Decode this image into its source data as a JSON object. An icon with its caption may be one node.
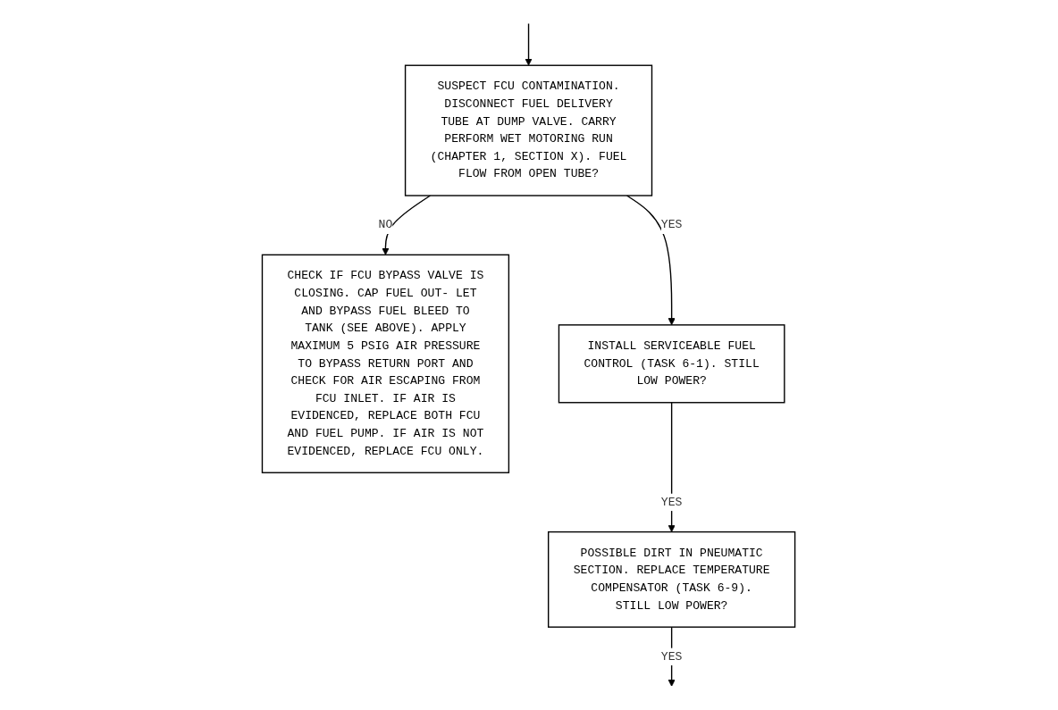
{
  "diagram": {
    "nodes": [
      {
        "text": [
          "SUSPECT FCU CONTAMINATION. DISCONNECT FUEL DELIVERY TUBE AT DUMP VALVE. CARRY PERFORM WET MOTORING RUN (CHAPTER 1, SECTION X). FUEL FLOW FROM OPEN TUBE?"
        ]
      },
      {
        "text": [
          "CHECK IF FCU BYPASS VALVE IS CLOSING. CAP FUEL OUT- LET AND BYPASS FUEL BLEED TO TANK (SEE ABOVE). APPLY MAXIMUM 5 PSIG AIR PRESSURE TO BYPASS RETURN PORT AND CHECK FOR AIR ESCAPING FROM FCU INLET. IF AIR IS EVIDENCED, REPLACE BOTH FCU AND FUEL PUMP. IF AIR IS NOT EVIDENCED, REPLACE FCU ONLY."
        ]
      },
      {
        "text": [
          "INSTALL SERVICEABLE FUEL CONTROL (TASK 6-1). STILL LOW POWER?"
        ]
      },
      {
        "text": [
          "POSSIBLE DIRT IN PNEUMATIC SECTION. REPLACE TEMPERATURE COMPENSATOR (TASK 6-9). STILL LOW POWER?"
        ]
      }
    ],
    "edges": [
      {
        "from": null,
        "to": 0,
        "arrow": "to"
      },
      {
        "from": 0,
        "to": 1,
        "arrow": "to",
        "label": "NO"
      },
      {
        "from": 0,
        "to": 2,
        "arrow": "to",
        "label": "YES"
      },
      {
        "from": 2,
        "to": 3,
        "arrow": "to",
        "label": "YES"
      },
      {
        "from": 3,
        "to": null,
        "arrow": "to",
        "label": "YES"
      }
    ]
  }
}
